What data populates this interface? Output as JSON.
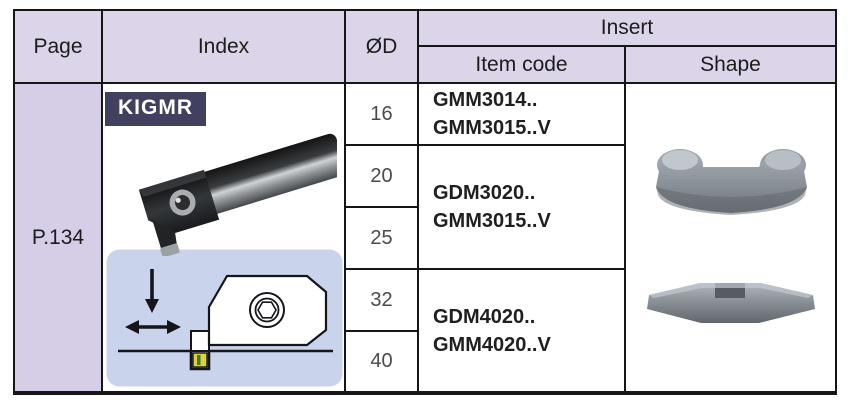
{
  "header": {
    "page": "Page",
    "index": "Index",
    "diameter": "ØD",
    "insert": "Insert",
    "item_code": "Item code",
    "shape": "Shape"
  },
  "body": {
    "page": "P.134",
    "index_badge": "KIGMR",
    "diameters": [
      "16",
      "20",
      "25",
      "32",
      "40"
    ],
    "item_codes": [
      {
        "line1": "GMM3014..",
        "line2": "GMM3015..V"
      },
      {
        "line1": "GDM3020..",
        "line2": "GMM3015..V"
      },
      {
        "line1": "GDM4020..",
        "line2": "GMM4020..V"
      }
    ]
  },
  "colors": {
    "header_bg": "#dcd4e9",
    "page_cell_bg": "#d6cde6",
    "badge_bg": "#42405f",
    "diagram_bg": "#c9d4ec",
    "border": "#161616",
    "insert_yellow": "#ded23f"
  }
}
